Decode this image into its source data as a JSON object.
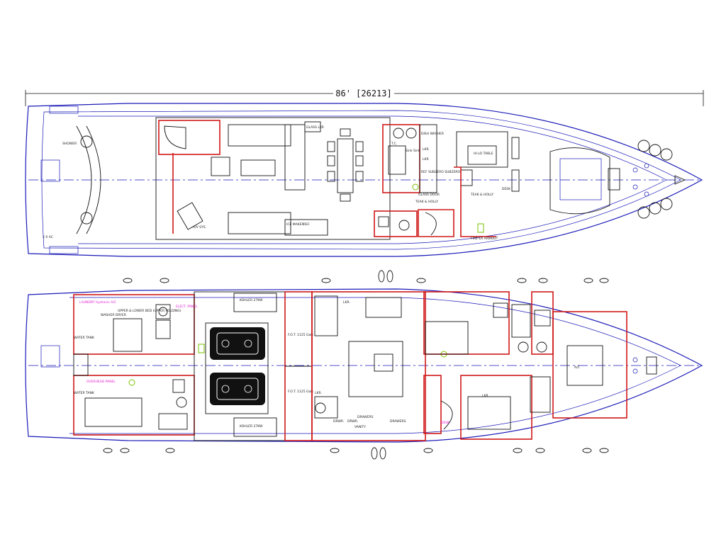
{
  "dimension": "86' [26213]",
  "main_deck": {
    "labels": {
      "showers": "SHOWER",
      "ac": "2 X AC",
      "glass_lkr": "GLASS LKR",
      "av_sys": "A/V SYS.",
      "ice_maker": "ICE MAKER",
      "ref": "REF.",
      "bar_lkr": "LKR.",
      "tc": "T.C.",
      "sink": "Sink Sink",
      "dish_washer": "DISH WASHER",
      "lkr1": "LKR.",
      "lkr2": "LKR.",
      "ref_freezer": "REF SUBZERO SUBZERO",
      "hi_lo_table": "HI-LO TABLE",
      "glass_door": "GLASS DOOR",
      "teak_holly_1": "TEAK & HOLLY",
      "teak_holly_2": "TEAK & HOLLY",
      "desk": "DESK",
      "rear_hatch": "FIRE EX ARMOUT"
    }
  },
  "lower_deck": {
    "labels": {
      "laundry": "LAUNDRY Hydronic A/C",
      "upper_lower_bed": "UPPER & LOWER BED (UPPER FOLDING)",
      "washer": "WASHER DRYER",
      "kohler_top": "KOHLER 27KW",
      "kohler_bottom": "KOHLER 27KW",
      "fot_top": "F.O.T. 1125 Gals",
      "fot_bottom": "F.O.T. 1125 Gals",
      "lkr_a": "LKR.",
      "lkr_b": "LKR.",
      "lkr_c": "LKR.",
      "overhead": "OVERHEAD PANEL",
      "water_tank_top": "WATER TANK",
      "water_tank_bottom": "WATER TANK",
      "drwr1": "DRWR.",
      "drwr2": "DRWR.",
      "drawers": "DRAWERS",
      "vanity": "VANITY",
      "drawers2": "DRAWERS",
      "desk": "DESK",
      "bath_panel": "ELECT. PANEL",
      "ac_unit": "A/C"
    }
  }
}
